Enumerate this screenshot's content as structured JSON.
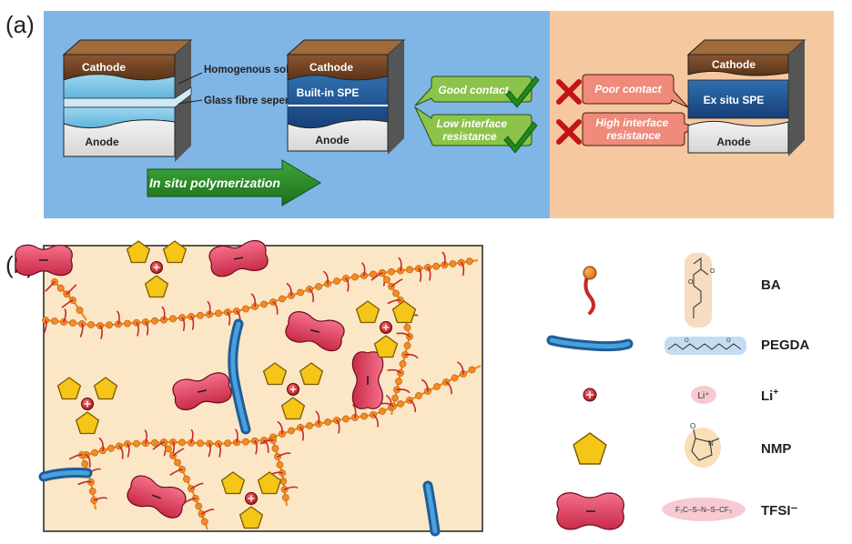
{
  "panel_a": {
    "label": "(a)",
    "colors": {
      "left_bg": "#7fb6e5",
      "right_bg": "#f6c8a0"
    },
    "cell1": {
      "cathode": "Cathode",
      "anode": "Anode",
      "callout_solution": "Homogenous solution",
      "callout_separator": "Glass fibre seperator"
    },
    "cell2": {
      "cathode": "Cathode",
      "spe": "Built-in SPE",
      "anode": "Anode"
    },
    "cell3": {
      "cathode": "Cathode",
      "spe": "Ex situ SPE",
      "anode": "Anode"
    },
    "arrow_label": "In situ polymerization",
    "good": {
      "contact": "Good contact",
      "resistance_line1": "Low interface",
      "resistance_line2": "resistance"
    },
    "bad": {
      "contact": "Poor contact",
      "resistance_line1": "High interface",
      "resistance_line2": "resistance"
    }
  },
  "panel_b": {
    "label": "(b)",
    "colors": {
      "bg": "#fbe6c6",
      "chain": "#f08c2a",
      "peg": "#2b77b8",
      "nmp": "#f5c518",
      "tfsi": "#e8435f",
      "li": "#c8202a"
    },
    "legend": {
      "ba": "BA",
      "pegda": "PEGDA",
      "li_base": "Li",
      "li_sup": "+",
      "nmp": "NMP",
      "tfsi": "TFSI⁻",
      "chem_li": "Li⁺",
      "chem_tfsi": "F₃C–S–N–S–CF₃",
      "chem_nmp_n": "N",
      "chem_nmp_o": "O"
    }
  }
}
